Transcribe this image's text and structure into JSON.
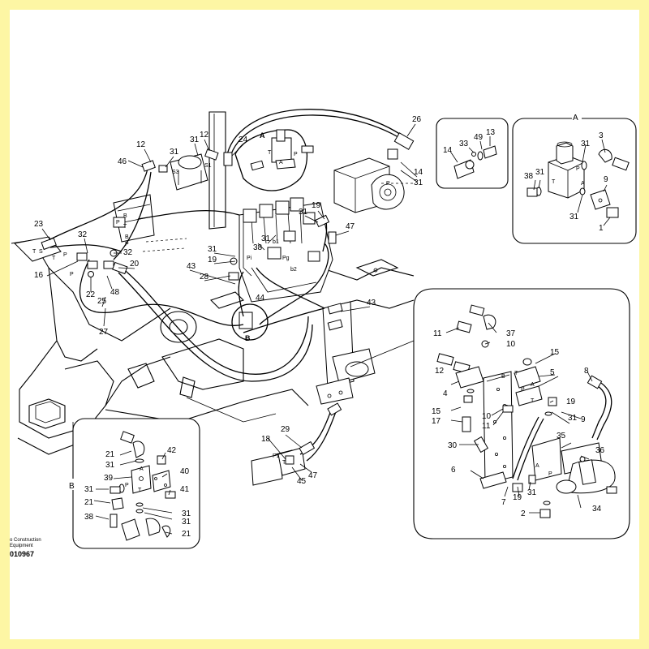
{
  "diagram": {
    "footer": {
      "company": "o Construction",
      "company_line2": "Equipment",
      "drawing_number": "010967"
    },
    "detail_markers": {
      "a": "A",
      "b": "B"
    },
    "port_labels": [
      "P",
      "T",
      "S3",
      "S1",
      "A",
      "B",
      "P1",
      "T1",
      "P2",
      "T2",
      "Pi",
      "Pg",
      "b1",
      "b2",
      "44"
    ],
    "part_numbers": [
      "1",
      "2",
      "3",
      "4",
      "5",
      "6",
      "7",
      "8",
      "9",
      "10",
      "11",
      "12",
      "13",
      "14",
      "15",
      "16",
      "17",
      "18",
      "19",
      "20",
      "21",
      "22",
      "23",
      "24",
      "25",
      "26",
      "27",
      "28",
      "29",
      "30",
      "31",
      "32",
      "33",
      "34",
      "35",
      "36",
      "37",
      "38",
      "39",
      "40",
      "41",
      "42",
      "43",
      "44",
      "45",
      "46",
      "47",
      "48",
      "49"
    ],
    "callouts": {
      "main": [
        {
          "id": "c46",
          "text": "46"
        },
        {
          "id": "c12a",
          "text": "12"
        },
        {
          "id": "c31a",
          "text": "31"
        },
        {
          "id": "c31b",
          "text": "31"
        },
        {
          "id": "c12b",
          "text": "12"
        },
        {
          "id": "c24",
          "text": "24"
        },
        {
          "id": "c26",
          "text": "26"
        },
        {
          "id": "c23",
          "text": "23"
        },
        {
          "id": "c32a",
          "text": "32"
        },
        {
          "id": "c32b",
          "text": "32"
        },
        {
          "id": "c16",
          "text": "16"
        },
        {
          "id": "c20",
          "text": "20"
        },
        {
          "id": "c22",
          "text": "22"
        },
        {
          "id": "c48",
          "text": "48"
        },
        {
          "id": "c25",
          "text": "25"
        },
        {
          "id": "c27",
          "text": "27"
        },
        {
          "id": "c43a",
          "text": "43"
        },
        {
          "id": "c28",
          "text": "28"
        },
        {
          "id": "c31c",
          "text": "31"
        },
        {
          "id": "c19a",
          "text": "19"
        },
        {
          "id": "c38",
          "text": "38"
        },
        {
          "id": "c31d",
          "text": "31"
        },
        {
          "id": "c31e",
          "text": "31"
        },
        {
          "id": "c19b",
          "text": "19"
        },
        {
          "id": "c47a",
          "text": "47"
        },
        {
          "id": "c43b",
          "text": "43"
        },
        {
          "id": "c14",
          "text": "14"
        },
        {
          "id": "c31f",
          "text": "31"
        },
        {
          "id": "c18",
          "text": "18"
        },
        {
          "id": "c29",
          "text": "29"
        },
        {
          "id": "c47b",
          "text": "47"
        },
        {
          "id": "c45",
          "text": "45"
        },
        {
          "id": "c44",
          "text": "44"
        }
      ],
      "inset_small": [
        {
          "id": "s14",
          "text": "14"
        },
        {
          "id": "s33",
          "text": "33"
        },
        {
          "id": "s49",
          "text": "49"
        },
        {
          "id": "s13",
          "text": "13"
        }
      ],
      "inset_a": [
        {
          "id": "a31a",
          "text": "31"
        },
        {
          "id": "a3",
          "text": "3"
        },
        {
          "id": "a38",
          "text": "38"
        },
        {
          "id": "a31b",
          "text": "31"
        },
        {
          "id": "a9",
          "text": "9"
        },
        {
          "id": "a31c",
          "text": "31"
        },
        {
          "id": "a1",
          "text": "1"
        }
      ],
      "inset_b": [
        {
          "id": "b21a",
          "text": "21"
        },
        {
          "id": "b31a",
          "text": "31"
        },
        {
          "id": "b42",
          "text": "42"
        },
        {
          "id": "b39",
          "text": "39"
        },
        {
          "id": "b40",
          "text": "40"
        },
        {
          "id": "b31b",
          "text": "31"
        },
        {
          "id": "b41",
          "text": "41"
        },
        {
          "id": "b21b",
          "text": "21"
        },
        {
          "id": "b31c",
          "text": "31"
        },
        {
          "id": "b38",
          "text": "38"
        },
        {
          "id": "b31d",
          "text": "31"
        },
        {
          "id": "b21c",
          "text": "21"
        }
      ],
      "inset_right": [
        {
          "id": "r11",
          "text": "11"
        },
        {
          "id": "r37",
          "text": "37"
        },
        {
          "id": "r10a",
          "text": "10"
        },
        {
          "id": "r15a",
          "text": "15"
        },
        {
          "id": "r12",
          "text": "12"
        },
        {
          "id": "r5",
          "text": "5"
        },
        {
          "id": "r8",
          "text": "8"
        },
        {
          "id": "r4",
          "text": "4"
        },
        {
          "id": "r19a",
          "text": "19"
        },
        {
          "id": "r15b",
          "text": "15"
        },
        {
          "id": "r17",
          "text": "17"
        },
        {
          "id": "r10b",
          "text": "10"
        },
        {
          "id": "r11b",
          "text": "11"
        },
        {
          "id": "r31a",
          "text": "31"
        },
        {
          "id": "r9",
          "text": "9"
        },
        {
          "id": "r35",
          "text": "35"
        },
        {
          "id": "r30",
          "text": "30"
        },
        {
          "id": "r36",
          "text": "36"
        },
        {
          "id": "r6",
          "text": "6"
        },
        {
          "id": "r19b",
          "text": "19"
        },
        {
          "id": "r31b",
          "text": "31"
        },
        {
          "id": "r7",
          "text": "7"
        },
        {
          "id": "r34",
          "text": "34"
        },
        {
          "id": "r2",
          "text": "2"
        }
      ]
    }
  }
}
